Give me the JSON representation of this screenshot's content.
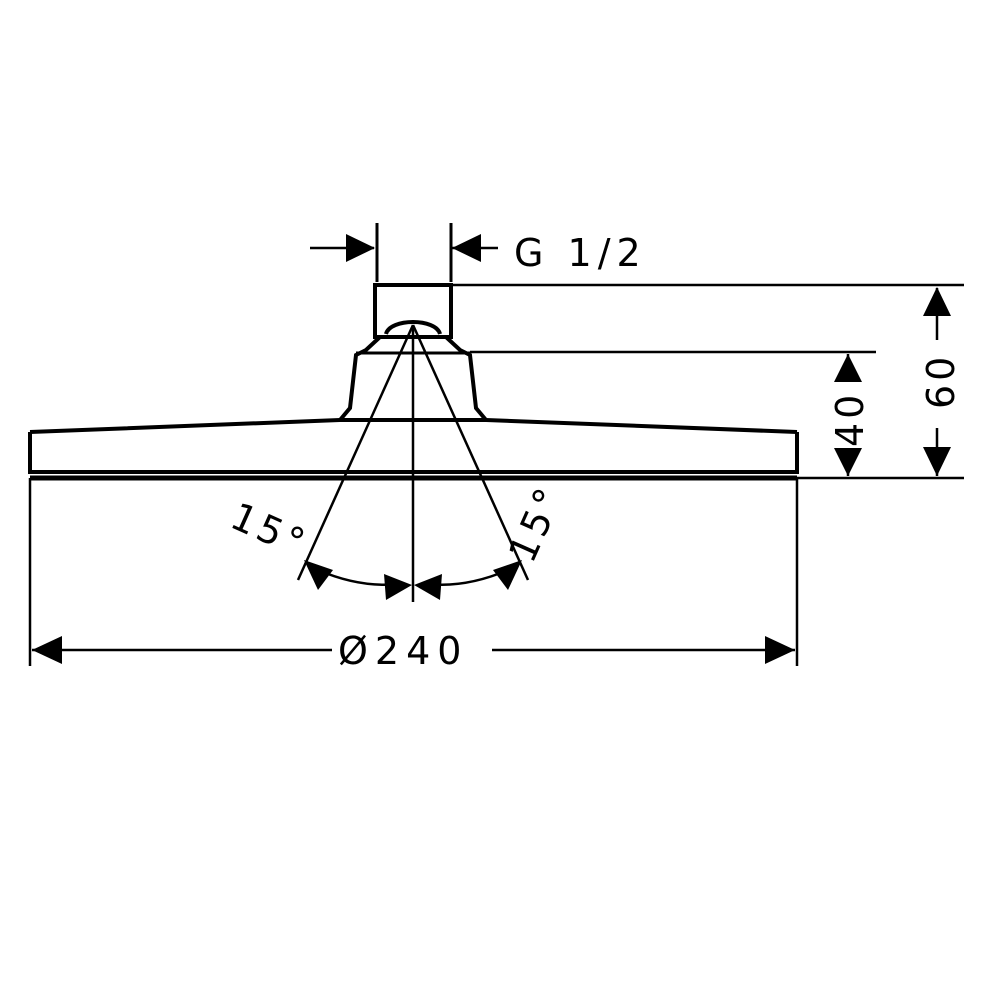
{
  "dimensions": {
    "thread": "G 1/2",
    "total_height": "60",
    "head_height": "40",
    "diameter": "Ø240",
    "angle_left": "15°",
    "angle_right": "15°"
  },
  "colors": {
    "line": "#000000",
    "background": "#ffffff"
  }
}
